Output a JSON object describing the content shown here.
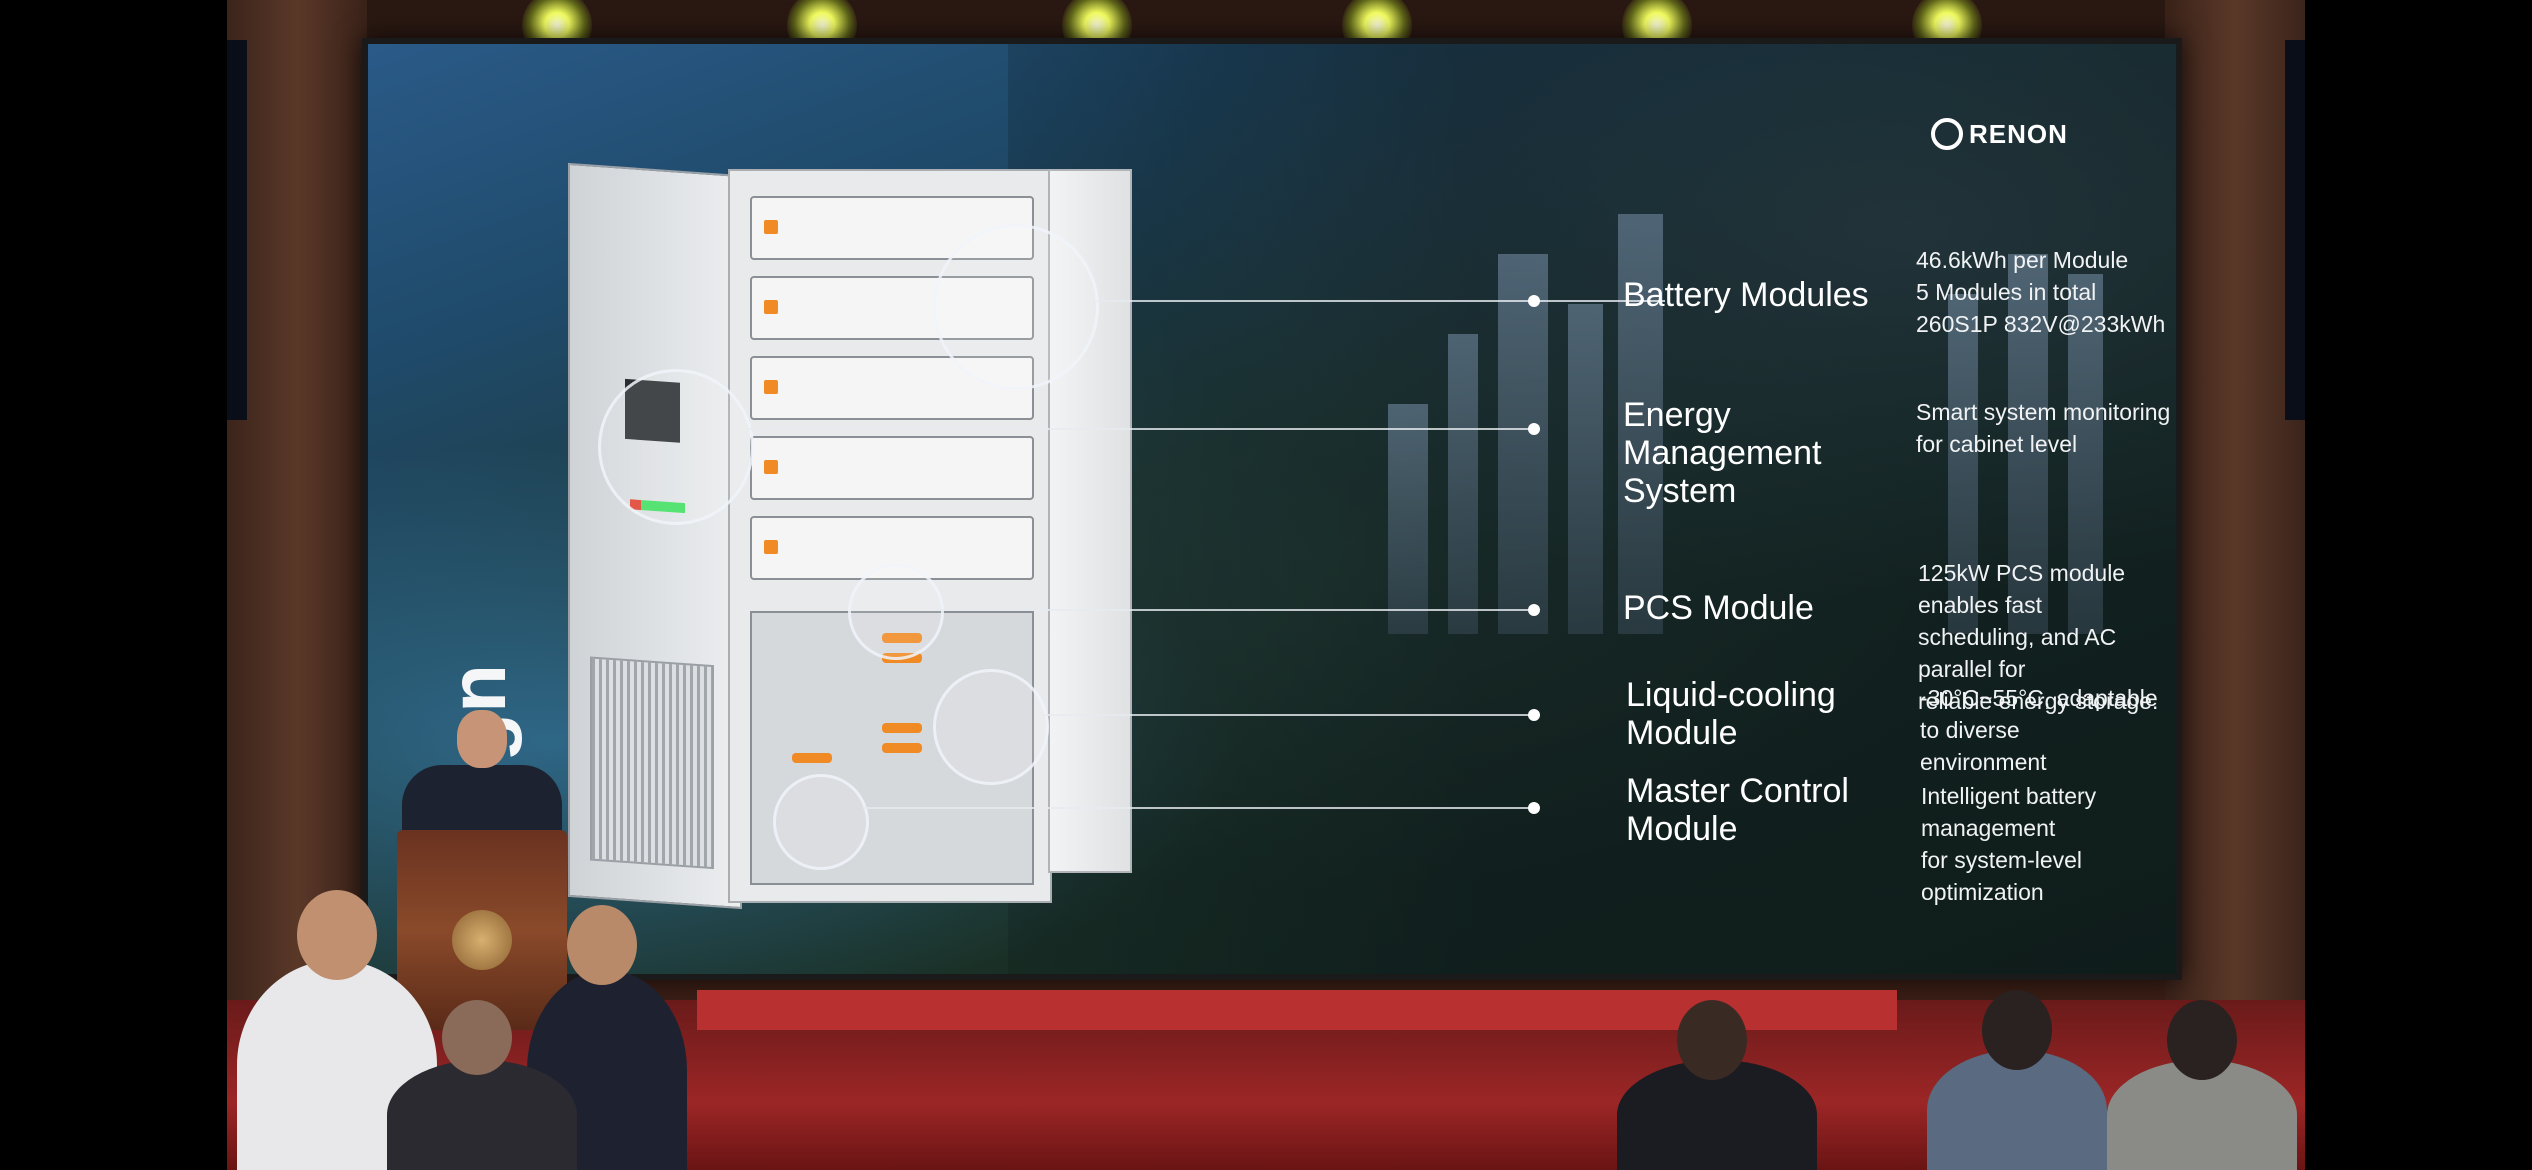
{
  "slide": {
    "vertical_title": "ign for Reliability",
    "brand": "RENON",
    "callouts": [
      {
        "label_lines": [
          "Battery Modules"
        ],
        "desc_lines": [
          "46.6kWh per Module",
          "5 Modules in total",
          "260S1P 832V@233kWh"
        ]
      },
      {
        "label_lines": [
          "Energy",
          "Management",
          "System"
        ],
        "desc_lines": [
          "Smart system monitoring",
          "for cabinet level"
        ]
      },
      {
        "label_lines": [
          "PCS Module"
        ],
        "desc_lines": [
          "125kW PCS module enables fast",
          "scheduling, and AC parallel for",
          "reliable energy storage."
        ]
      },
      {
        "label_lines": [
          "Liquid-cooling",
          "Module"
        ],
        "desc_lines": [
          "-30°C~55°C, adaptable to diverse",
          "environment"
        ]
      },
      {
        "label_lines": [
          "Master Control",
          "Module"
        ],
        "desc_lines": [
          "Intelligent battery management",
          "for system-level optimization"
        ]
      }
    ]
  },
  "colors": {
    "screen_text": "#ffffff",
    "cabinet": "#e8eaec",
    "accent_orange": "#f08a24",
    "carpet": "#9c2626",
    "stage_light": "#f4ff60"
  }
}
